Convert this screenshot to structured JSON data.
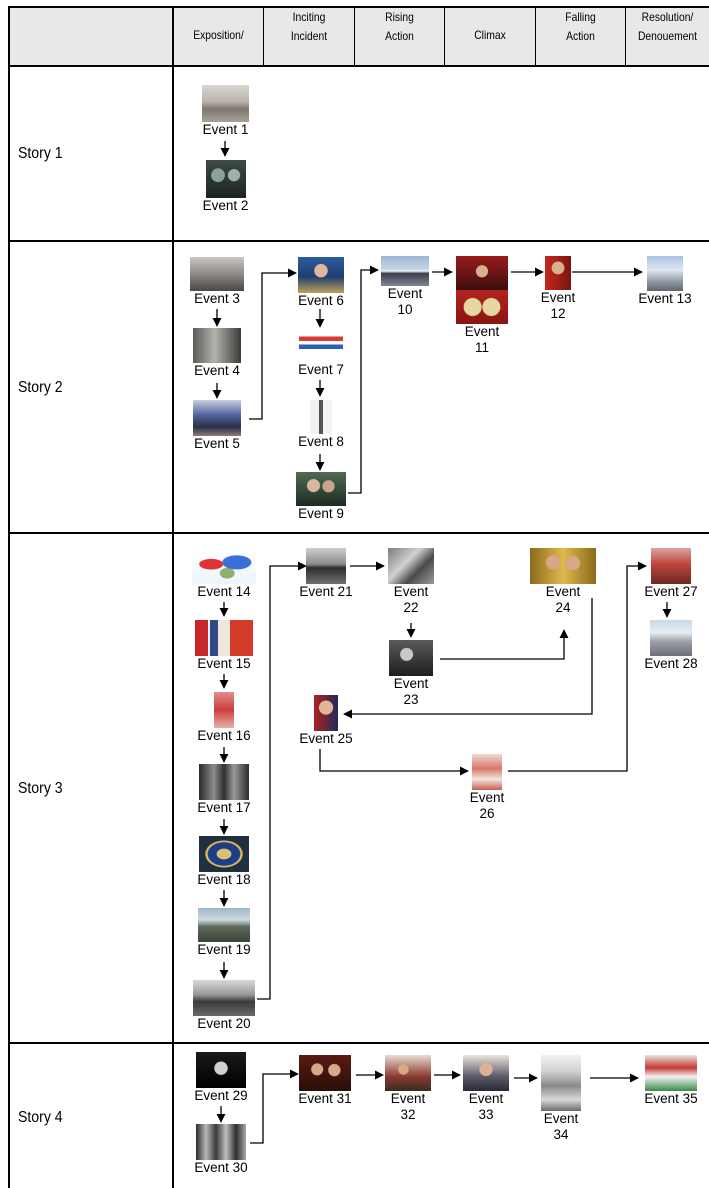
{
  "headers": {
    "exposition": "Exposition/",
    "inciting_1": "Inciting",
    "inciting_2": "Incident",
    "rising_1": "Rising",
    "rising_2": "Action",
    "climax": "Climax",
    "falling_1": "Falling",
    "falling_2": "Action",
    "resolution_1": "Resolution/",
    "resolution_2": "Denouement"
  },
  "stories": [
    "Story 1",
    "Story 2",
    "Story 3",
    "Story 4"
  ],
  "events": {
    "e1": "Event 1",
    "e2": "Event 2",
    "e3": "Event 3",
    "e4": "Event 4",
    "e5": "Event 5",
    "e6": "Event 6",
    "e7": "Event 7",
    "e8": "Event 8",
    "e9": "Event 9",
    "e10": "Event\n10",
    "e11": "Event\n11",
    "e12": "Event\n12",
    "e13": "Event 13",
    "e14": "Event 14",
    "e15": "Event 15",
    "e16": "Event 16",
    "e17": "Event 17",
    "e18": "Event 18",
    "e19": "Event 19",
    "e20": "Event 20",
    "e21": "Event 21",
    "e22": "Event\n22",
    "e23": "Event\n23",
    "e24": "Event\n24",
    "e25": "Event 25",
    "e26": "Event\n26",
    "e27": "Event 27",
    "e28": "Event 28",
    "e29": "Event 29",
    "e30": "Event 30",
    "e31": "Event 31",
    "e32": "Event\n32",
    "e33": "Event\n33",
    "e34": "Event\n34",
    "e35": "Event 35"
  }
}
